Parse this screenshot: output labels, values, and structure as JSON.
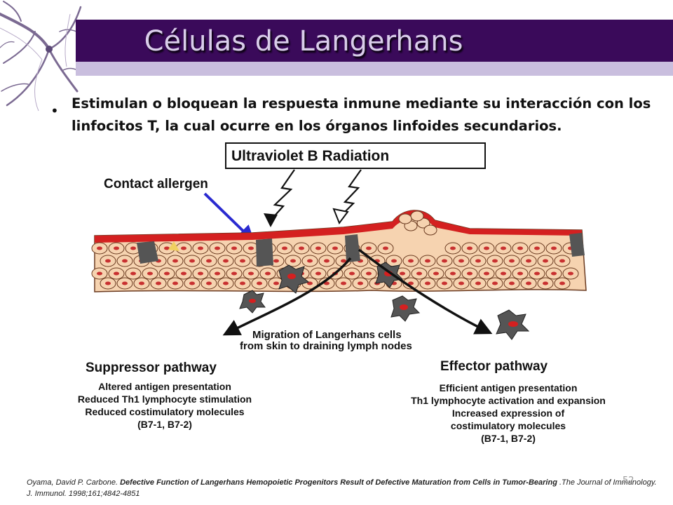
{
  "slide": {
    "title": "Células de Langerhans",
    "bullet": "Estimulan o bloquean la respuesta inmune mediante su interacción con los linfocitos T, la cual ocurre en los órganos linfoides secundarios.",
    "page_number": "52"
  },
  "diagram": {
    "uvb_label": "Ultraviolet B Radiation",
    "allergen_label": "Contact allergen",
    "migration_line1": "Migration of Langerhans cells",
    "migration_line2": "from skin to draining lymph nodes",
    "suppressor": {
      "title": "Suppressor pathway",
      "lines": [
        "Altered antigen presentation",
        "Reduced Th1 lymphocyte stimulation",
        "Reduced costimulatory molecules",
        "(B7-1, B7-2)"
      ]
    },
    "effector": {
      "title": "Effector pathway",
      "lines": [
        "Efficient antigen presentation",
        "Th1 lymphocyte activation and expansion",
        "Increased expression of",
        "costimulatory molecules",
        "(B7-1, B7-2)"
      ]
    }
  },
  "citation": {
    "authors": "Oyama, David P. Carbone.",
    "title": "Defective Function of Langerhans  Hemopoietic Progenitors Result of Defective Maturation from Cells in Tumor-Bearing",
    "journal": ".The Journal of Immunology.  J. Immunol. 1998;161;4842-4851"
  },
  "colors": {
    "title_bar": "#3a0a5a",
    "title_strip": "#c9bede",
    "title_text": "#d9cdea",
    "skin_red": "#d42020",
    "skin_cell": "#f6d3b0",
    "langerhans_cell": "#555555"
  }
}
